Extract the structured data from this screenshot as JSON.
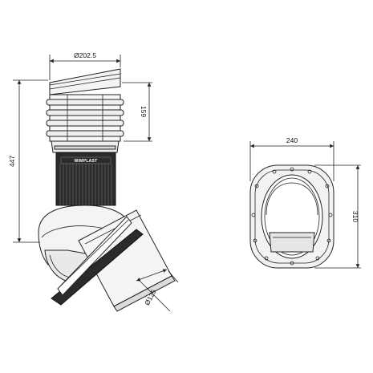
{
  "dimensions": {
    "cap_diameter": "Ø202.5",
    "cap_height": "159",
    "total_height": "447",
    "pipe_diameter": "Ø125",
    "flange_width": "240",
    "flange_height": "310"
  },
  "brand": {
    "name": "WIMPLAST"
  },
  "colors": {
    "line": "#222222",
    "body_dark": "#2b2b2b",
    "part_light": "#f2f2f2"
  }
}
